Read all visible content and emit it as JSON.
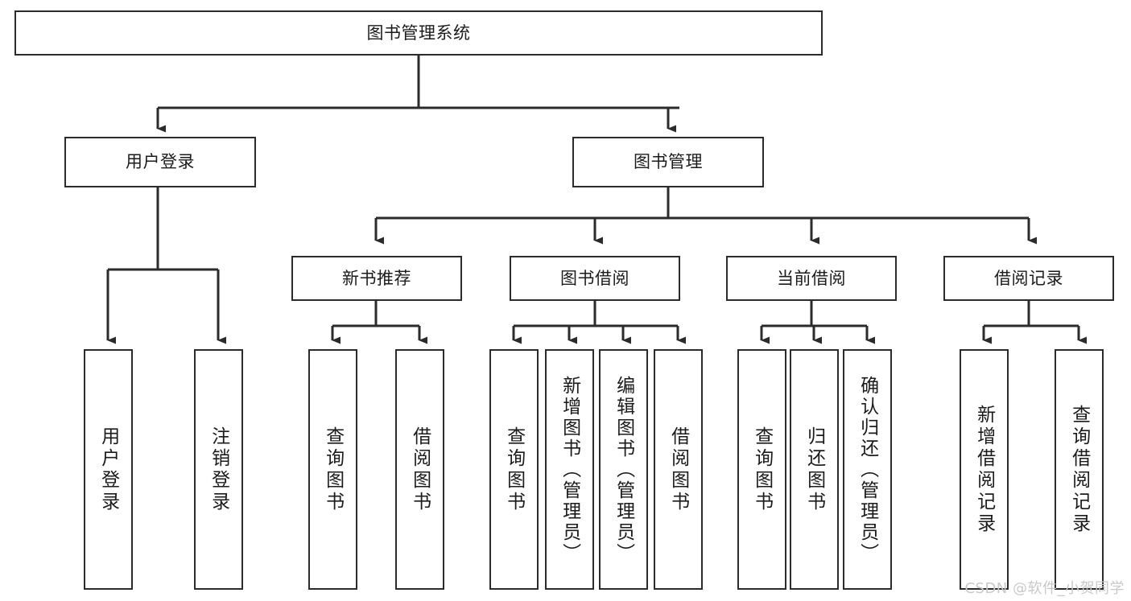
{
  "diagram": {
    "title": "图书管理系统",
    "type": "tree-hierarchy",
    "root": {
      "label": "图书管理系统"
    },
    "level2": [
      {
        "label": "用户登录"
      },
      {
        "label": "图书管理"
      }
    ],
    "level3": [
      {
        "label": "新书推荐",
        "parent": "图书管理"
      },
      {
        "label": "图书借阅",
        "parent": "图书管理"
      },
      {
        "label": "当前借阅",
        "parent": "图书管理"
      },
      {
        "label": "借阅记录",
        "parent": "图书管理"
      }
    ],
    "leaves": {
      "user_login": [
        {
          "label": "用户登录"
        },
        {
          "label": "注销登录"
        }
      ],
      "new_book_recommend": [
        {
          "label": "查询图书"
        },
        {
          "label": "借阅图书"
        }
      ],
      "book_borrow": [
        {
          "label": "查询图书"
        },
        {
          "label": "新增图书（管理员）"
        },
        {
          "label": "编辑图书（管理员）"
        },
        {
          "label": "借阅图书"
        }
      ],
      "current_borrow": [
        {
          "label": "查询图书"
        },
        {
          "label": "归还图书"
        },
        {
          "label": "确认归还（管理员）"
        }
      ],
      "borrow_record": [
        {
          "label": "新增借阅记录"
        },
        {
          "label": "查询借阅记录"
        }
      ]
    }
  },
  "watermark": {
    "text": "CSDN @软件_小贺同学"
  },
  "colors": {
    "border": "#2b2b2b",
    "text": "#1b1b1b",
    "background": "#ffffff",
    "watermark": "#c9c9c9"
  }
}
